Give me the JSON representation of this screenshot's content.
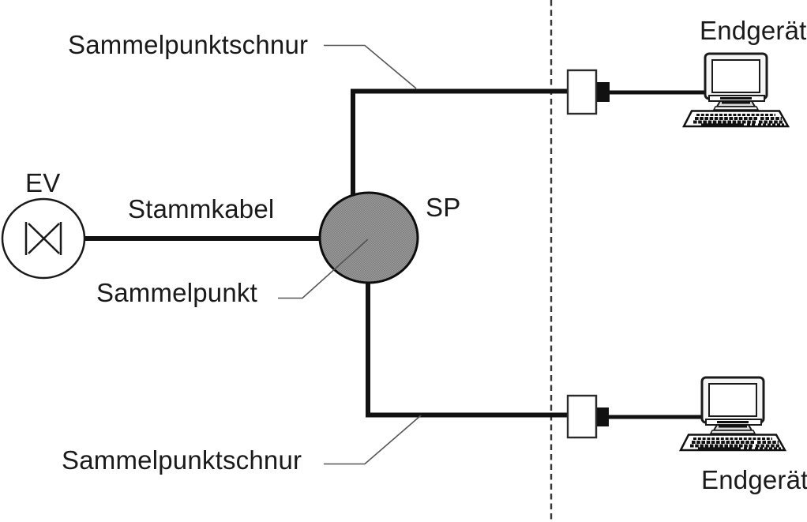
{
  "diagram": {
    "labels": {
      "sammelpunktschnur_top": "Sammelpunktschnur",
      "endgeraet_top": "Endgerät",
      "ev": "EV",
      "stammkabel": "Stammkabel",
      "sp": "SP",
      "sammelpunkt": "Sammelpunkt",
      "sammelpunktschnur_bottom": "Sammelpunktschnur",
      "endgeraet_bottom": "Endgerät"
    },
    "colors": {
      "background": "#ffffff",
      "cable": "#111111",
      "outline": "#1a1a1a",
      "leader_line": "#555555",
      "dashed_line": "#3a3a3a",
      "sp_fill_light": "#9e9e9e",
      "sp_fill_dark": "#7b7b7b",
      "text": "#1a1a1a"
    },
    "icons": {
      "ev_node": "circle-with-crossed-lines-icon",
      "sp_node": "gray-hatched-circle-icon",
      "outlet": "wall-outlet-with-plug-icon",
      "endgeraet": "desktop-computer-icon",
      "boundary": "vertical-dashed-line"
    }
  }
}
